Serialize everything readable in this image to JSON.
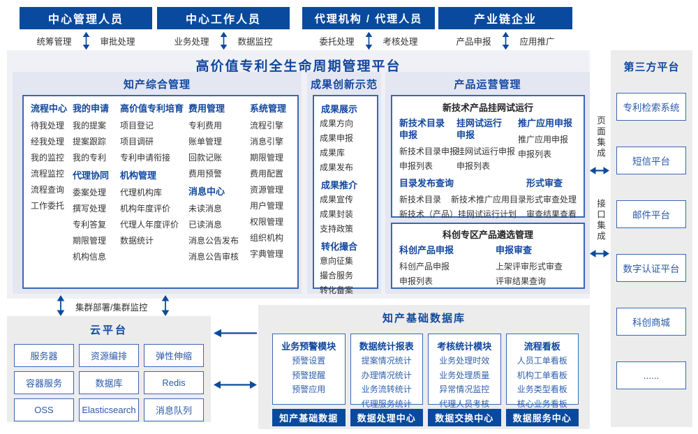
{
  "colors": {
    "primary_blue": "#0a4a9e",
    "arrow_blue": "#0b4a9c",
    "border_blue": "#3a67b0",
    "title_blue": "#11479e",
    "item_blue": "#3060ae",
    "text_dark": "#333333",
    "panel_lavender": "#e4e6f1",
    "panel_gray": "#ececec"
  },
  "actors": [
    {
      "title": "中心管理人员",
      "left": "统筹管理",
      "right": "审批处理"
    },
    {
      "title": "中心工作人员",
      "left": "业务处理",
      "right": "数据监控"
    },
    {
      "title": "代理机构 / 代理人员",
      "left": "委托处理",
      "right": "考核处理"
    },
    {
      "title": "产业链企业",
      "left": "产品申报",
      "right": "应用推广"
    }
  ],
  "platform_title": "高价值专利全生命周期管理平台",
  "ip_mgmt": {
    "title": "知产综合管理",
    "columns": [
      {
        "groups": [
          {
            "header": "流程中心",
            "items": [
              "待我处理",
              "经我处理",
              "我的监控",
              "流程监控",
              "流程查询",
              "工作委托"
            ]
          }
        ]
      },
      {
        "groups": [
          {
            "header": "我的申请",
            "items": [
              "我的提案",
              "提案跟踪",
              "我的专利"
            ]
          },
          {
            "header": "代理协同",
            "items": [
              "委案处理",
              "撰写处理",
              "专利答复",
              "期限管理",
              "机构信息"
            ]
          }
        ]
      },
      {
        "groups": [
          {
            "header": "高价值专利培育",
            "items": [
              "项目登记",
              "项目调研",
              "专利申请衔接"
            ]
          },
          {
            "header": "机构管理",
            "items": [
              "代理机构库",
              "机构年度评价",
              "代理人年度评价",
              "数据统计"
            ]
          }
        ]
      },
      {
        "groups": [
          {
            "header": "费用管理",
            "items": [
              "专利费用",
              "账单管理",
              "回款记账",
              "费用预警"
            ]
          },
          {
            "header": "消息中心",
            "items": [
              "未读消息",
              "已读消息",
              "消息公告发布",
              "消息公告审核"
            ]
          }
        ]
      },
      {
        "groups": [
          {
            "header": "系统管理",
            "items": [
              "流程引擎",
              "消息引擎",
              "期限管理",
              "费用配置",
              "资源管理",
              "用户管理",
              "权限管理",
              "组织机构",
              "字典管理"
            ]
          }
        ]
      }
    ]
  },
  "achievements": {
    "title": "成果创新示范",
    "groups": [
      {
        "header": "成果展示",
        "items": [
          "成果方向",
          "成果申报",
          "成果库",
          "成果发布"
        ]
      },
      {
        "header": "成果推介",
        "items": [
          "成果宣传",
          "成果封装",
          "支持政策"
        ]
      },
      {
        "header": "转化撮合",
        "items": [
          "意向征集",
          "撮合服务",
          "转化备案"
        ]
      }
    ]
  },
  "product_ops": {
    "title": "产品运营管理",
    "grid_trial": {
      "title": "新技术产品挂网试运行",
      "columns": [
        {
          "header": "新技术目录\n申报",
          "items": [
            "新技术目录申报",
            "申报列表"
          ]
        },
        {
          "header": "挂网试运行\n申报",
          "items": [
            "挂网试运行申报",
            "申报列表"
          ]
        },
        {
          "header": "推广应用申报",
          "items": [
            "推广应用申报",
            "申报列表"
          ]
        }
      ],
      "catalog_query": {
        "header": "目录发布查询",
        "row1": [
          "新技术目录",
          "新技术推广应用目录"
        ],
        "row2": "新技术（产品）挂网试运行计划"
      },
      "formal_review": {
        "header": "形式审查",
        "items": [
          "形式审查处理",
          "审查结果查看"
        ]
      }
    },
    "sci_select": {
      "title": "科创专区产品遴选管理",
      "columns": [
        {
          "header": "科创产品申报",
          "items": [
            "科创产品申报",
            "申报列表"
          ]
        },
        {
          "header": "申报审查",
          "items": [
            "上架评审形式审查",
            "评审结果查询"
          ]
        }
      ]
    }
  },
  "third_party": {
    "title": "第三方平台",
    "boxes": [
      "专利检索系统",
      "短信平台",
      "邮件平台",
      "数字认证平台",
      "科创商城",
      "......"
    ],
    "integrations": [
      {
        "label": "页面集成"
      },
      {
        "label": "接口集成"
      }
    ]
  },
  "cluster_label": "集群部署/集群监控",
  "cloud": {
    "title": "云平台",
    "boxes": [
      "服务器",
      "资源编排",
      "弹性伸缩",
      "容器服务",
      "数据库",
      "Redis",
      "OSS",
      "Elasticsearch",
      "消息队列"
    ]
  },
  "data_base": {
    "title": "知产基础数据库",
    "modules": [
      {
        "header": "业务预警模块",
        "items": [
          "预警设置",
          "预警提醒",
          "预警应用"
        ]
      },
      {
        "header": "数据统计报表",
        "items": [
          "提案情况统计",
          "办理情况统计",
          "业务流转统计",
          "代理服务统计"
        ]
      },
      {
        "header": "考核统计模块",
        "items": [
          "业务处理时效",
          "业务处理质量",
          "异常情况监控",
          "代理人员考核"
        ]
      },
      {
        "header": "流程看板",
        "items": [
          "人员工单看板",
          "机构工单看板",
          "业务类型看板",
          "核心业务看板"
        ]
      }
    ],
    "centers": [
      "知产基础数据",
      "数据处理中心",
      "数据交换中心",
      "数据服务中心"
    ]
  }
}
